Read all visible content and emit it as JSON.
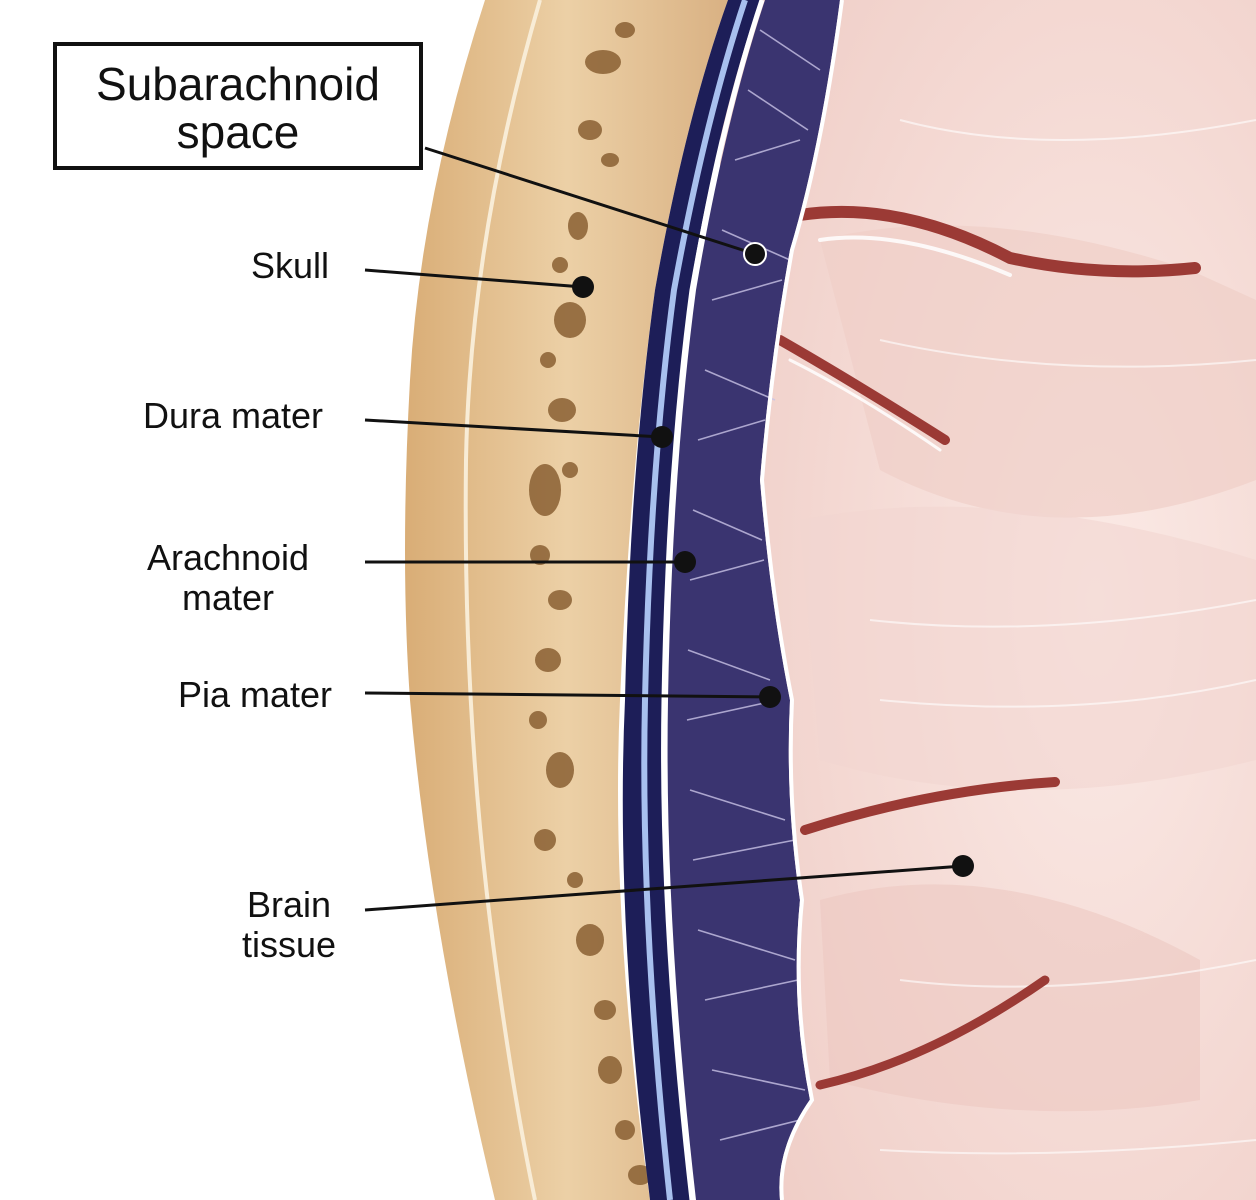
{
  "labels": {
    "subarachnoid_space": [
      "Subarachnoid",
      "space"
    ],
    "skull": "Skull",
    "dura_mater": "Dura mater",
    "arachnoid_mater": [
      "Arachnoid",
      "mater"
    ],
    "pia_mater": "Pia mater",
    "brain_tissue": [
      "Brain",
      "tissue"
    ]
  },
  "colors": {
    "bone": "#e2bf90",
    "bone_dark": "#c89a63",
    "dura": "#1d1e58",
    "dura_highlight": "#a8c0ee",
    "subarachnoid_fill": "#3a3470",
    "brain": "#f5dcd6",
    "sulcus": "#9b3a35",
    "leader": "#111111"
  }
}
